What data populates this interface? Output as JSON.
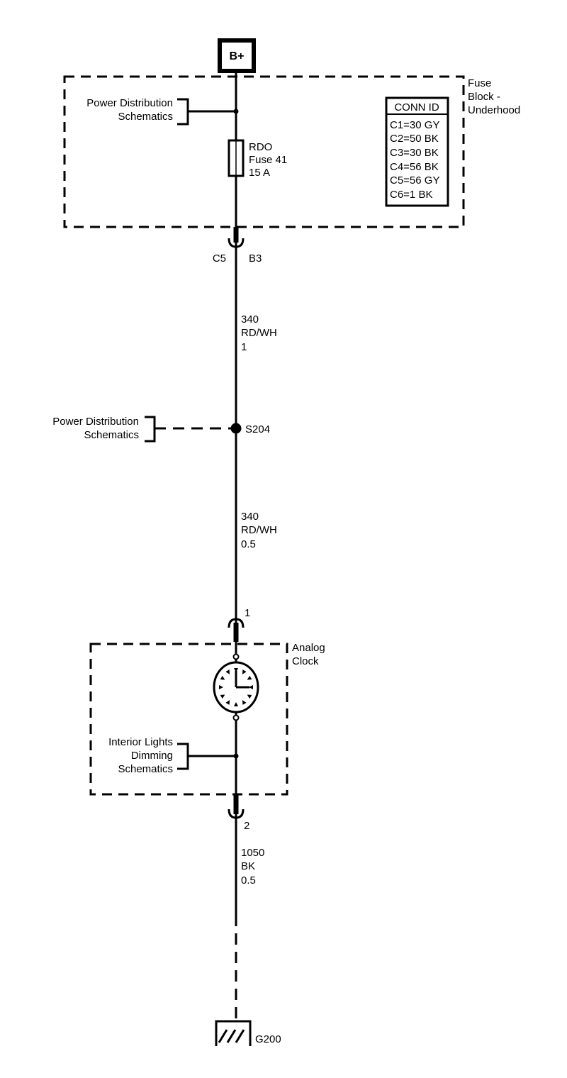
{
  "power_source": "B+",
  "fuse_block": {
    "label_lines": [
      "Fuse",
      "Block -",
      "Underhood"
    ],
    "conn_id": {
      "header": "CONN ID",
      "rows": [
        "C1=30 GY",
        "C2=50 BK",
        "C3=30 BK",
        "C4=56 BK",
        "C5=56 GY",
        "C6=1 BK"
      ]
    },
    "power_ref_lines": [
      "Power Distribution",
      "Schematics"
    ],
    "fuse_lines": [
      "RDO",
      "Fuse 41",
      "15 A"
    ]
  },
  "connector_top": {
    "connector": "C5",
    "pin": "B3"
  },
  "wire_1": {
    "lines": [
      "340",
      "RD/WH",
      "1"
    ]
  },
  "splice": {
    "id": "S204",
    "ref_lines": [
      "Power Distribution",
      "Schematics"
    ]
  },
  "wire_2": {
    "lines": [
      "340",
      "RD/WH",
      "0.5"
    ]
  },
  "clock": {
    "label_lines": [
      "Analog",
      "Clock"
    ],
    "pin_in": "1",
    "pin_out": "2",
    "dimming_ref_lines": [
      "Interior Lights",
      "Dimming",
      "Schematics"
    ]
  },
  "wire_3": {
    "lines": [
      "1050",
      "BK",
      "0.5"
    ]
  },
  "ground": {
    "id": "G200"
  }
}
